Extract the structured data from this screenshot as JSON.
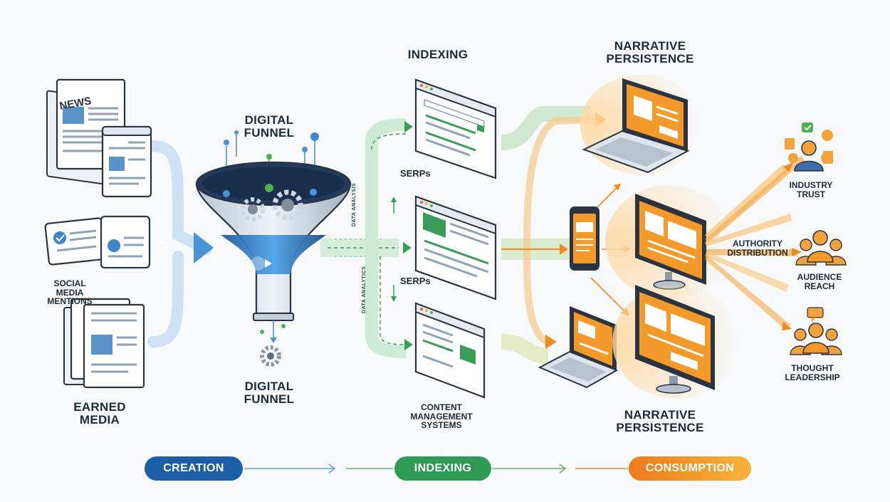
{
  "sources": {
    "news_label": "NEWS",
    "social_label": "SOCIAL\nMEDIA\nMENTIONS",
    "earned_label": "EARNED\nMEDIA"
  },
  "funnel": {
    "top_label": "DIGITAL\nFUNNEL",
    "bottom_label": "DIGITAL\nFUNNEL"
  },
  "indexing": {
    "header": "INDEXING",
    "serps_1": "SERPs",
    "serps_2": "SERPs",
    "cms_label": "CONTENT\nMANAGEMENT\nSYSTEMS",
    "data_analysis": "DATA ANALYSIS",
    "data_analytics": "DATA ANALYTICS"
  },
  "consumption": {
    "narrative_top": "NARRATIVE\nPERSISTENCE",
    "narrative_bottom": "NARRATIVE\nPERSISTENCE"
  },
  "outcomes": {
    "industry_trust": "INDUSTRY\nTRUST",
    "authority_distribution": "AUTHORITY\nDISTRIBUTION",
    "audience_reach": "AUDIENCE\nREACH",
    "thought_leadership": "THOUGHT\nLEADERSHIP"
  },
  "stages": {
    "creation": "CREATION",
    "indexing": "INDEXING",
    "consumption": "CONSUMPTION"
  },
  "colors": {
    "creation_blue": "#1d5fa6",
    "indexing_green": "#2f9a55",
    "consumption_orange": "#ef8a1f",
    "screen_orange": "#f39a2b",
    "outline": "#2a3440"
  }
}
